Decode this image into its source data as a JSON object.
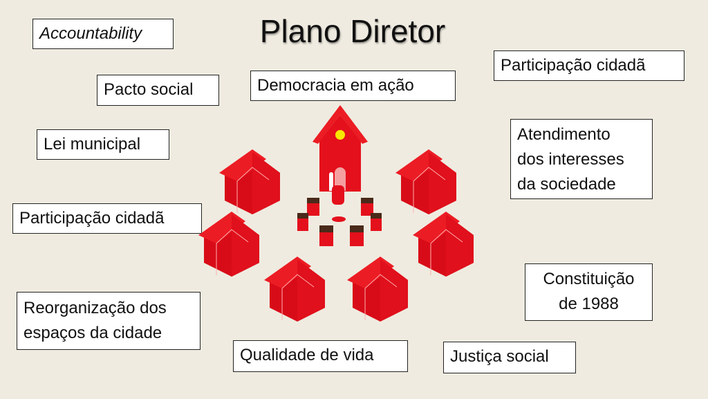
{
  "title": "Plano Diretor",
  "terms": {
    "accountability": "Accountability",
    "participacao_top": "Participação cidadã",
    "pacto_social": "Pacto social",
    "democracia": "Democracia em ação",
    "atendimento": [
      "Atendimento",
      "dos interesses",
      "da sociedade"
    ],
    "lei_municipal": "Lei municipal",
    "participacao_left": "Participação cidadã",
    "reorganizacao": [
      "Reorganização dos",
      "espaços da cidade"
    ],
    "constituicao": [
      "Constituição",
      "de 1988"
    ],
    "qualidade": "Qualidade de vida",
    "justica": "Justiça social"
  },
  "colors": {
    "background": "#efebe0",
    "house": "#e8101c",
    "sun": "#f7e600"
  }
}
